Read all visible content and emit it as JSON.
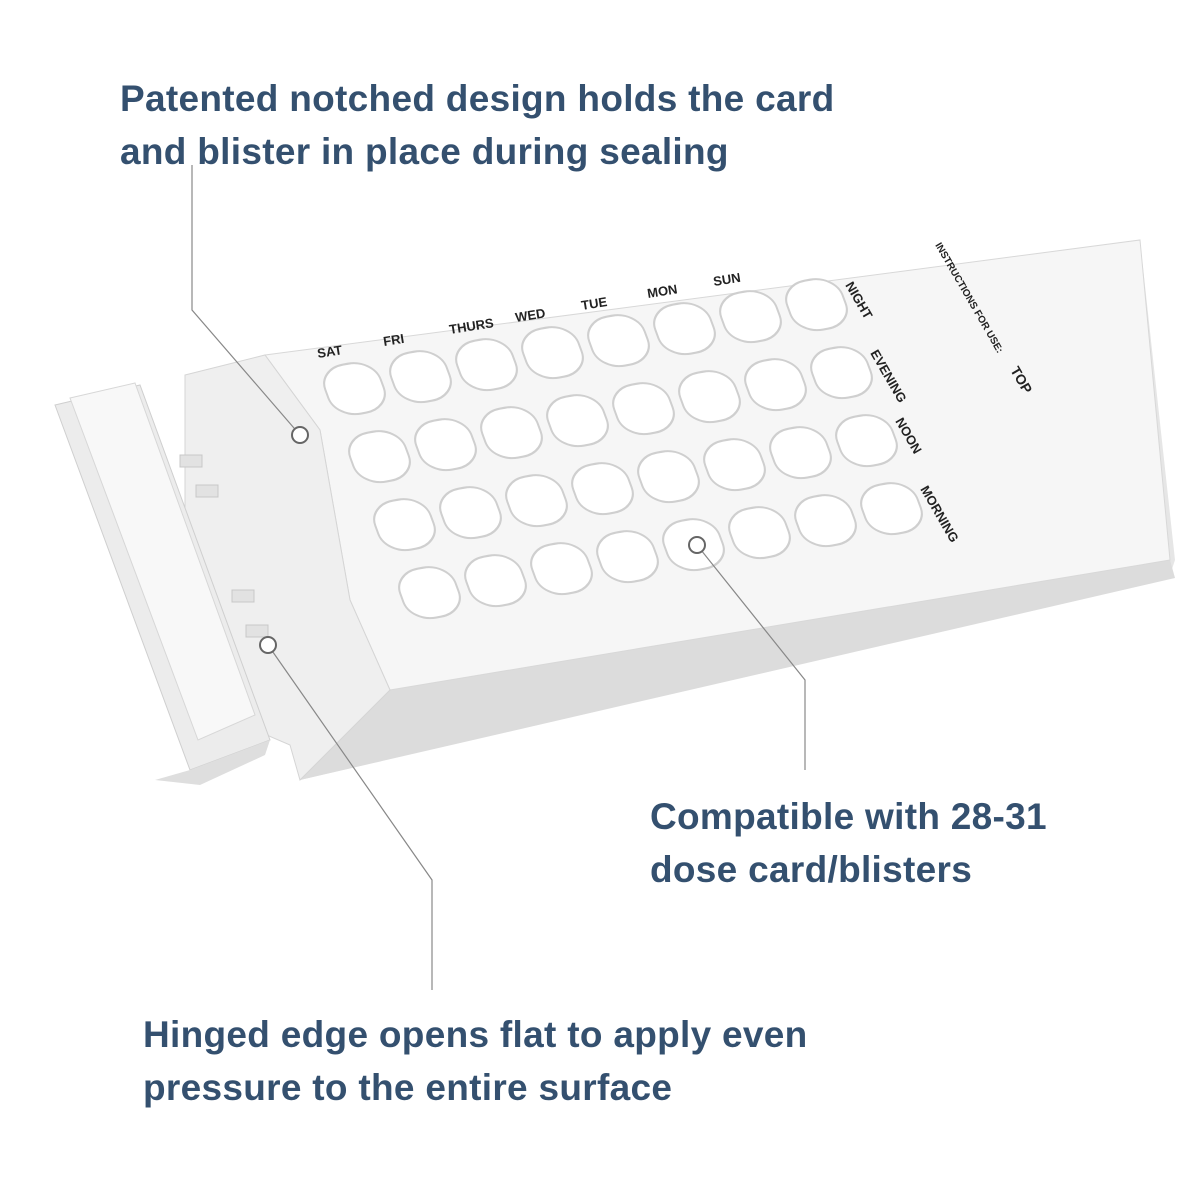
{
  "callouts": [
    {
      "line1": "Patented notched design holds the card",
      "line2": "and blister in place during sealing"
    },
    {
      "line1": "Compatible with 28-31",
      "line2": "dose card/blisters"
    },
    {
      "line1": "Hinged edge opens flat to apply even",
      "line2": "pressure to the entire surface"
    }
  ],
  "tray": {
    "days": [
      "SAT",
      "FRI",
      "THURS",
      "WED",
      "TUE",
      "MON",
      "SUN"
    ],
    "times": [
      "NIGHT",
      "EVENING",
      "NOON",
      "MORNING"
    ],
    "top_label": "TOP",
    "instructions_title": "INSTRUCTIONS FOR USE:"
  },
  "colors": {
    "text": "#34506f",
    "line": "#888888",
    "tray": "#f4f4f4"
  }
}
